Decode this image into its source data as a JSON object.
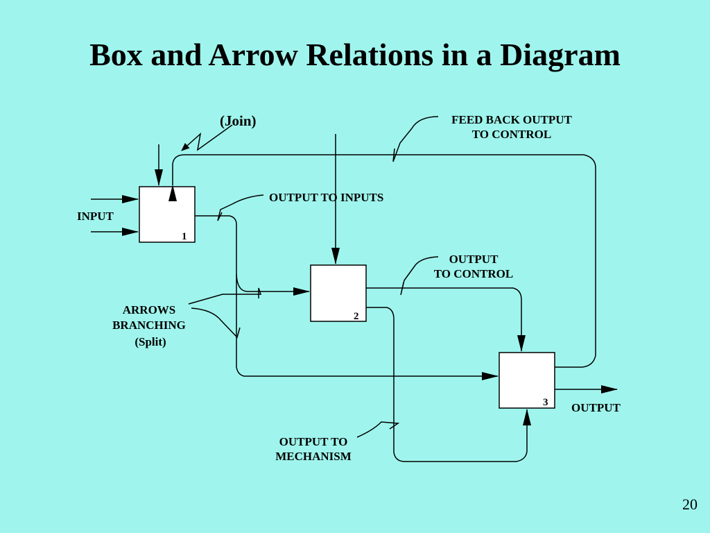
{
  "slide": {
    "title": "Box and Arrow Relations in a Diagram",
    "page_number": "20"
  },
  "diagram": {
    "boxes": [
      {
        "number": "1"
      },
      {
        "number": "2"
      },
      {
        "number": "3"
      }
    ],
    "labels": {
      "join": "(Join)",
      "feedback_line1": "FEED BACK OUTPUT",
      "feedback_line2": "TO CONTROL",
      "output_to_inputs": "OUTPUT TO INPUTS",
      "input": "INPUT",
      "output_to_control_line1": "OUTPUT",
      "output_to_control_line2": "TO CONTROL",
      "branching_line1": "ARROWS",
      "branching_line2": "BRANCHING",
      "branching_line3": "(Split)",
      "output": "OUTPUT",
      "mechanism_line1": "OUTPUT TO",
      "mechanism_line2": "MECHANISM"
    }
  }
}
